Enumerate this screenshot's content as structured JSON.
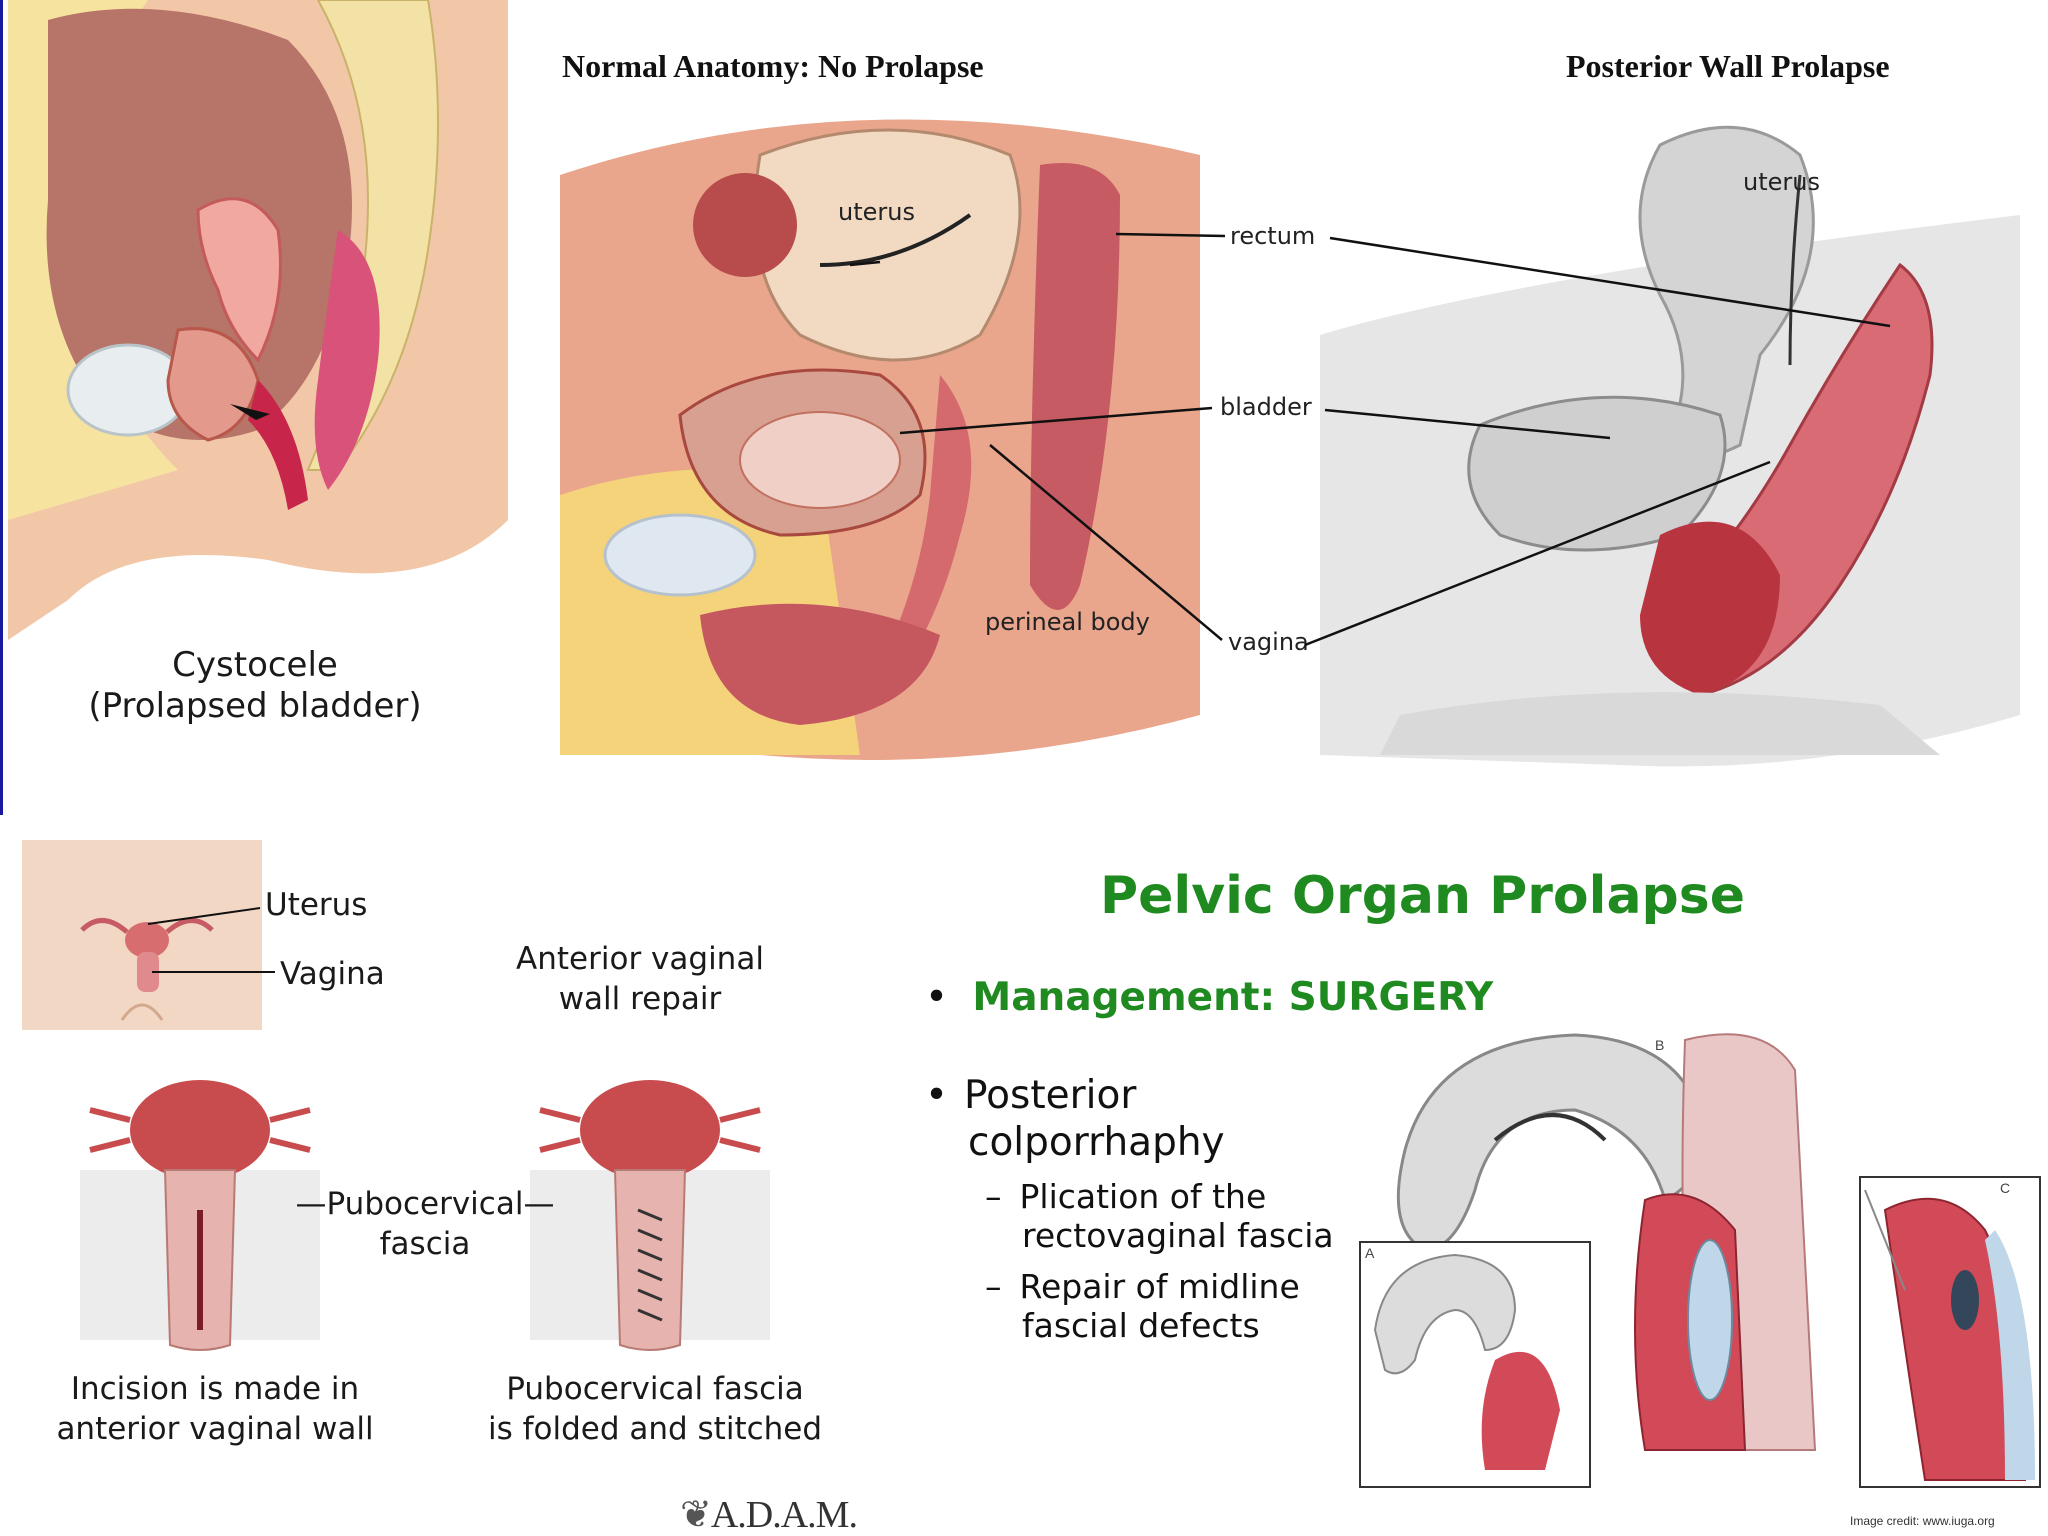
{
  "top": {
    "cystocele_caption_line1": "Cystocele",
    "cystocele_caption_line2": "(Prolapsed bladder)",
    "normal_title": "Normal Anatomy: No Prolapse",
    "posterior_title": "Posterior Wall Prolapse",
    "labels": {
      "uterus_normal": "uterus",
      "uterus_prolapse": "uterus",
      "rectum": "rectum",
      "bladder": "bladder",
      "perineal_body": "perineal body",
      "vagina": "vagina"
    }
  },
  "repair": {
    "uterus": "Uterus",
    "vagina": "Vagina",
    "title_line1": "Anterior vaginal",
    "title_line2": "wall repair",
    "fascia_line1": "Pubocervical",
    "fascia_line2": "fascia",
    "caption_left_line1": "Incision is made in",
    "caption_left_line2": "anterior vaginal wall",
    "caption_right_line1": "Pubocervical fascia",
    "caption_right_line2": "is folded and stitched",
    "logo": "A.D.A.M."
  },
  "slide": {
    "title": "Pelvic Organ Prolapse",
    "bullet1": "Management: SURGERY",
    "bullet2_line1": "Posterior",
    "bullet2_line2": "colporrhaphy",
    "sub1_line1": "Plication of the",
    "sub1_line2": "rectovaginal fascia",
    "sub2_line1": "Repair of midline",
    "sub2_line2": "fascial defects",
    "fig_label_a": "A",
    "fig_label_b": "B",
    "fig_label_c": "C",
    "credit": "Image credit: www.iuga.org"
  },
  "colors": {
    "title_green": "#1f8a1f",
    "accent_blue": "#1a1aa0"
  }
}
